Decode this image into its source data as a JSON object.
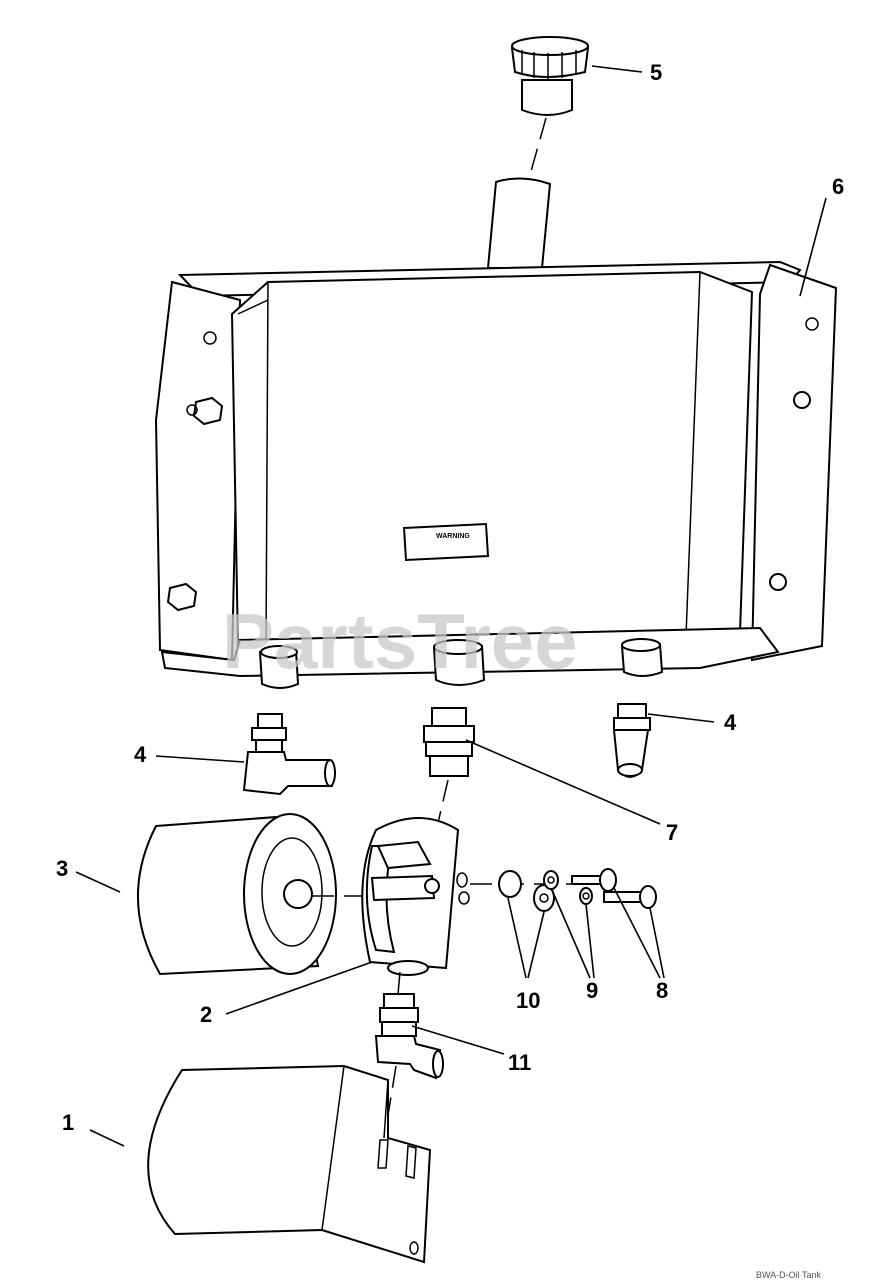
{
  "watermark": "PartsTree",
  "label_text": "WARNING",
  "footer_code": "BWA-D-Oil Tank",
  "callouts": [
    {
      "id": "c1",
      "text": "1"
    },
    {
      "id": "c2",
      "text": "2"
    },
    {
      "id": "c3",
      "text": "3"
    },
    {
      "id": "c4a",
      "text": "4"
    },
    {
      "id": "c4b",
      "text": "4"
    },
    {
      "id": "c5",
      "text": "5"
    },
    {
      "id": "c6",
      "text": "6"
    },
    {
      "id": "c7",
      "text": "7"
    },
    {
      "id": "c8",
      "text": "8"
    },
    {
      "id": "c9",
      "text": "9"
    },
    {
      "id": "c10",
      "text": "10"
    },
    {
      "id": "c11",
      "text": "11"
    }
  ]
}
